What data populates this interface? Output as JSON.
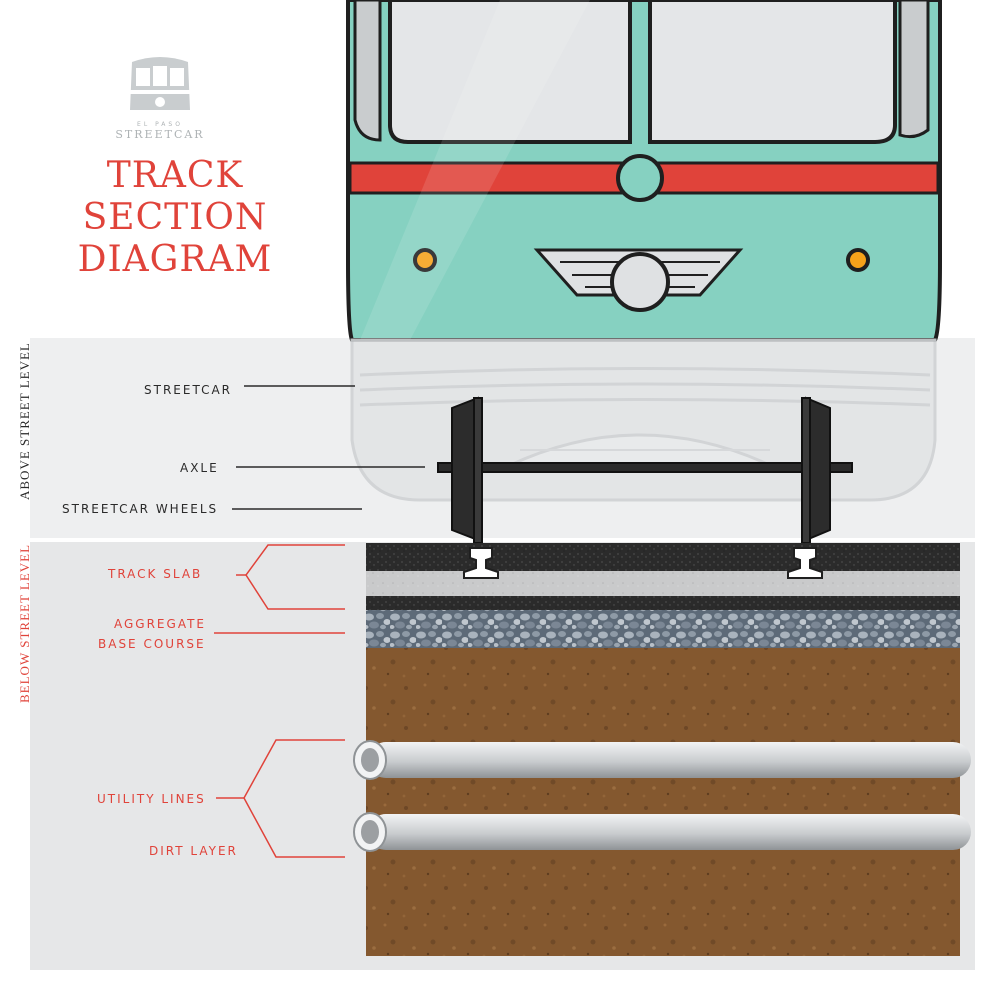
{
  "logo": {
    "line1": "EL PASO",
    "line2": "STREETCAR"
  },
  "title": {
    "lines": [
      "TRACK",
      "SECTION",
      "DIAGRAM"
    ]
  },
  "sections": {
    "above": "ABOVE STREET LEVEL",
    "below": "BELOW STREET LEVEL"
  },
  "labels": {
    "streetcar": "STREETCAR",
    "axle": "AXLE",
    "wheels": "STREETCAR WHEELS",
    "track_slab": "TRACK SLAB",
    "aggregate_line1": "AGGREGATE",
    "aggregate_line2": "BASE COURSE",
    "utility_lines": "UTILITY LINES",
    "dirt_layer": "DIRT LAYER"
  },
  "colors": {
    "title_red": "#e0433a",
    "streetcar_teal": "#86d1c1",
    "stripe_red": "#e0433a",
    "dirt": "#8a5a33",
    "panel_gray": "#e9eaeb"
  }
}
